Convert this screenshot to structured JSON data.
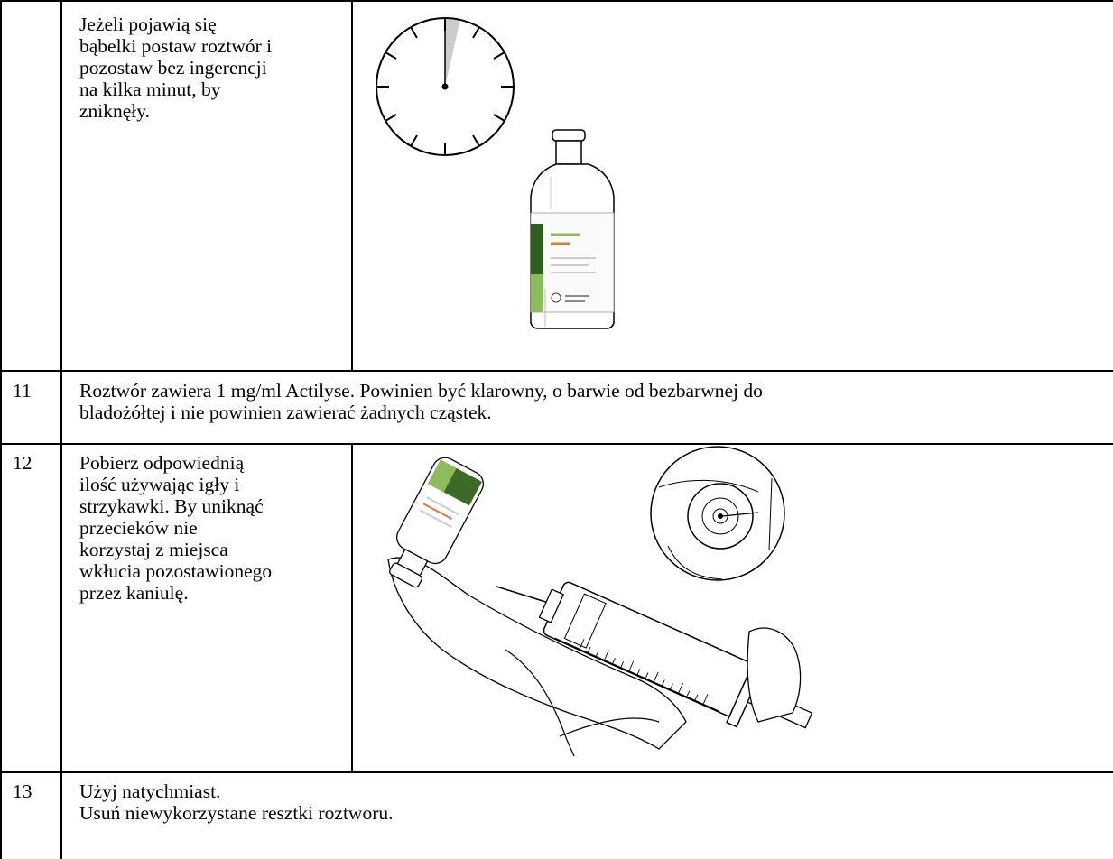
{
  "rows": [
    {
      "number": "",
      "text_lines": [
        "Jeżeli pojawią się",
        "bąbelki postaw roztwór i",
        "pozostaw bez ingerencji",
        "na kilka minut, by",
        "zniknęły."
      ],
      "illustration": "clock-and-vial"
    },
    {
      "number": "11",
      "text_lines": [
        "Roztwór zawiera 1 mg/ml Actilyse.  Powinien być klarowny, o barwie od bezbarwnej do",
        "bladożółtej i nie powinien zawierać żadnych cząstek."
      ]
    },
    {
      "number": "12",
      "text_lines": [
        "Pobierz odpowiednią",
        "ilość używając igły i",
        "strzykawki. By uniknąć",
        "przecieków nie",
        "korzystaj z miejsca",
        "wkłucia pozostawionego",
        "przez kaniulę."
      ],
      "illustration": "syringe-drawing"
    },
    {
      "number": "13",
      "text_lines": [
        "Użyj natychmiast.",
        "Usuń niewykorzystane resztki roztworu."
      ]
    }
  ],
  "colors": {
    "label_green_dark": "#2f5f1f",
    "label_green_light": "#8cbd5a",
    "hand_fill": "#ffffff",
    "clock_wedge": "#cccccc"
  }
}
